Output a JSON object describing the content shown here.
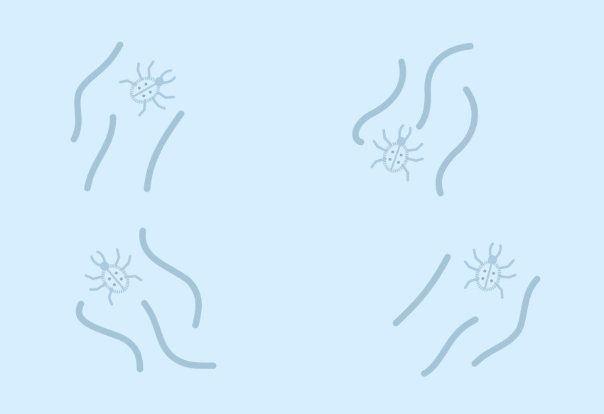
{
  "colors": {
    "background": "#d6eefd",
    "line": "#a5c4d8",
    "bug_fill": "#adcbe0",
    "bug_dots": "#8db0c7"
  },
  "panels": [
    {
      "name": "top-left",
      "bug_icon": "bug-icon"
    },
    {
      "name": "top-right",
      "bug_icon": "bug-icon"
    },
    {
      "name": "bottom-left",
      "bug_icon": "bug-icon"
    },
    {
      "name": "bottom-right",
      "bug_icon": "bug-icon"
    }
  ]
}
